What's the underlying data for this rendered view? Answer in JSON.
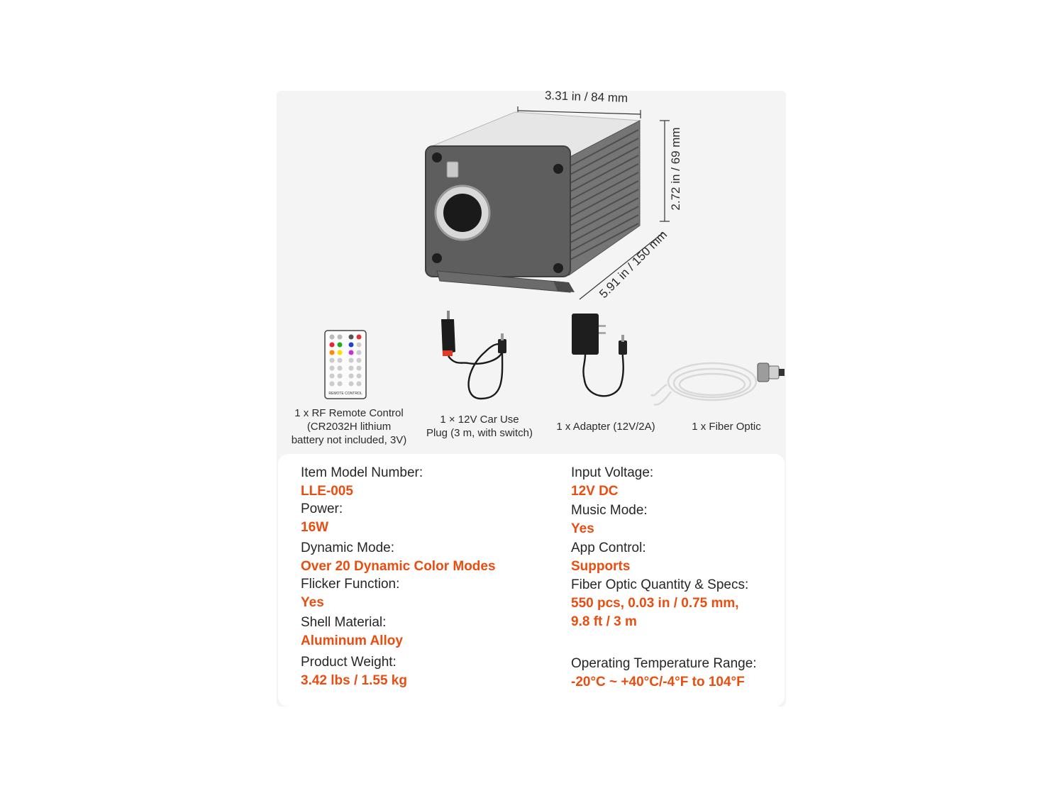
{
  "dimensions": {
    "width": "3.31 in /  84 mm",
    "height": "2.72 in /  69 mm",
    "depth": "5.91 in / 150 mm"
  },
  "accessories": [
    {
      "label": "1 x RF Remote Control\n(CR2032H lithium\nbattery not included, 3V)",
      "remote_text": "REMOTE CONTROL",
      "icon": "remote-control-icon"
    },
    {
      "label": "1 × 12V Car Use\nPlug (3 m, with switch)",
      "icon": "car-plug-icon"
    },
    {
      "label": "1 x Adapter (12V/2A)",
      "icon": "power-adapter-icon"
    },
    {
      "label": "1 x Fiber Optic",
      "icon": "fiber-optic-icon"
    }
  ],
  "specs_left": [
    {
      "label": "Item Model Number:",
      "value": "LLE-005"
    },
    {
      "label": "Power:",
      "value": "16W"
    },
    {
      "label": "Dynamic Mode:",
      "value": "Over 20 Dynamic Color Modes"
    },
    {
      "label": "Flicker Function:",
      "value": "Yes"
    },
    {
      "label": "Shell Material:",
      "value": "Aluminum Alloy"
    },
    {
      "label": "Product Weight:",
      "value": "3.42 lbs / 1.55 kg"
    }
  ],
  "specs_right": [
    {
      "label": "Input Voltage:",
      "value": "12V DC"
    },
    {
      "label": "Music Mode:",
      "value": "Yes"
    },
    {
      "label": "App Control:",
      "value": "Supports"
    },
    {
      "label": "Fiber Optic Quantity & Specs:",
      "value": "550 pcs, 0.03 in / 0.75 mm,",
      "value2": "9.8 ft / 3 m"
    },
    {
      "label": "Operating Temperature Range:",
      "value": "-20°C ~ +40°C/-4°F to 104°F"
    }
  ],
  "colors": {
    "accent": "#ea4d10",
    "card_bg": "#f4f4f4",
    "housing": "#5e5e5e"
  }
}
